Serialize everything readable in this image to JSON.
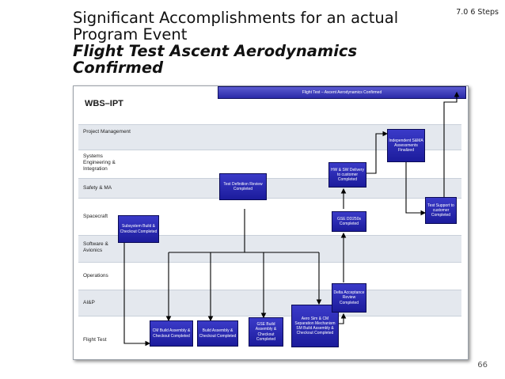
{
  "slide": {
    "title_line1": "Significant Accomplishments for an actual",
    "title_line2": "Program Event",
    "title_line3": "Flight Test Ascent Aerodynamics Confirmed",
    "step_label": "7.0 6 Steps",
    "page_number": "66"
  },
  "diagram": {
    "banner": "Flight Test – Ascent Aerodynamics Confirmed",
    "header": "WBS–IPT",
    "lanes": [
      {
        "label": "Project Management"
      },
      {
        "label": "Systems Engineering & Integration"
      },
      {
        "label": "Safety & MA"
      },
      {
        "label": "Spacecraft"
      },
      {
        "label": "Software & Avionics"
      },
      {
        "label": "Operations"
      },
      {
        "label": "AI&P"
      },
      {
        "label": "Flight Test"
      }
    ],
    "nodes": [
      {
        "label": "Subsystem Build & Checkout Completed"
      },
      {
        "label": "Test Definition Review Completed"
      },
      {
        "label": "CM Build Assembly & Checkout Completed"
      },
      {
        "label": "Build Assembly & Checkout Completed"
      },
      {
        "label": "GSE Build Assembly & Checkout Completed"
      },
      {
        "label": "Aero Sim & CM Separation Mechanism SM Build Assembly & Checkout Completed"
      },
      {
        "label": "Delta Acceptance Review Completed"
      },
      {
        "label": "GSE DD250s Completed"
      },
      {
        "label": "HW & SW Delivery to customer Completed"
      },
      {
        "label": "Independent S&MA Assessments Finalized"
      },
      {
        "label": "Test Support to customer Completed"
      }
    ]
  }
}
